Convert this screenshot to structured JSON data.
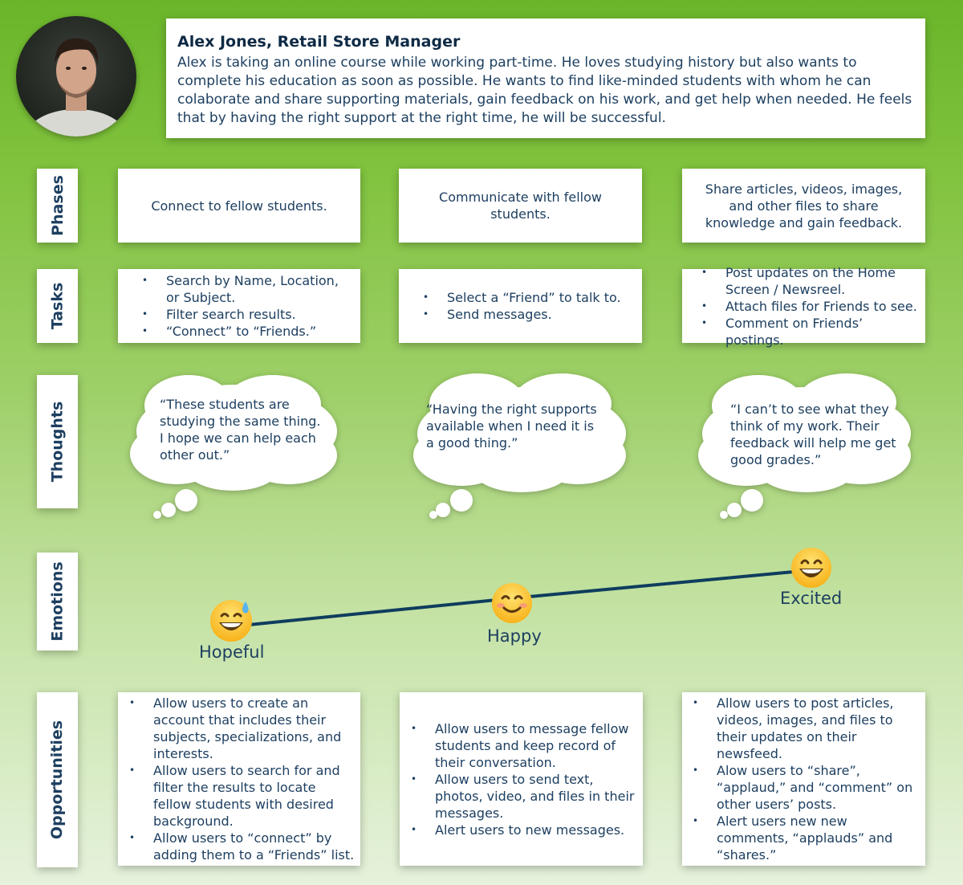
{
  "persona": {
    "name": "Alex Jones, Retail Store Manager",
    "description": "Alex is taking an online course while working part-time. He loves studying history but also wants to complete his education as soon as possible. He wants to find like-minded students with whom he can colaborate and share supporting materials, gain feedback on his work, and get help when needed. He feels that by having the right support at the right time, he will be successful."
  },
  "rows": {
    "phases": "Phases",
    "tasks": "Tasks",
    "thoughts": "Thoughts",
    "emotions": "Emotions",
    "opportunities": "Opportunities"
  },
  "phases": [
    "Connect to fellow students.",
    "Communicate with fellow students.",
    "Share articles, videos, images, and other files to share knowledge and gain feedback."
  ],
  "tasks": [
    [
      "Search by Name, Location, or Subject.",
      "Filter search results.",
      "“Connect” to “Friends.”"
    ],
    [
      "Select a “Friend” to talk to.",
      "Send messages."
    ],
    [
      "Post updates on the Home Screen / Newsreel.",
      "Attach files for Friends to see.",
      "Comment on Friends’ postings."
    ]
  ],
  "thoughts": [
    "“These students are studying the same thing. I hope we can help each other out.”",
    "“Having the right supports available when I need it is a good thing.”",
    "“I can’t to see what they think of my work. Their feedback will help me get good grades.”"
  ],
  "emotions": {
    "points": [
      {
        "label": "Hopeful",
        "icon": "grinning-sweat-emoji",
        "level": 1
      },
      {
        "label": "Happy",
        "icon": "smiling-emoji",
        "level": 2
      },
      {
        "label": "Excited",
        "icon": "grinning-emoji",
        "level": 3
      }
    ],
    "line_color": "#0f3d5e"
  },
  "opportunities": [
    [
      "Allow users to create an account that includes their subjects, specializations, and interests.",
      "Allow users to search for and filter the results to locate fellow students with desired background.",
      "Allow users to “connect” by adding them to a “Friends” list."
    ],
    [
      "Allow users to message fellow students and keep record of their conversation.",
      "Allow users to send text, photos, video, and files in their messages.",
      "Alert users to new messages."
    ],
    [
      "Allow users to post articles, videos, images, and files to their updates on their newsfeed.",
      "Alow users to “share”, “applaud,” and “comment” on other users’ posts.",
      "Alert users new new comments, “applauds” and “shares.”"
    ]
  ]
}
